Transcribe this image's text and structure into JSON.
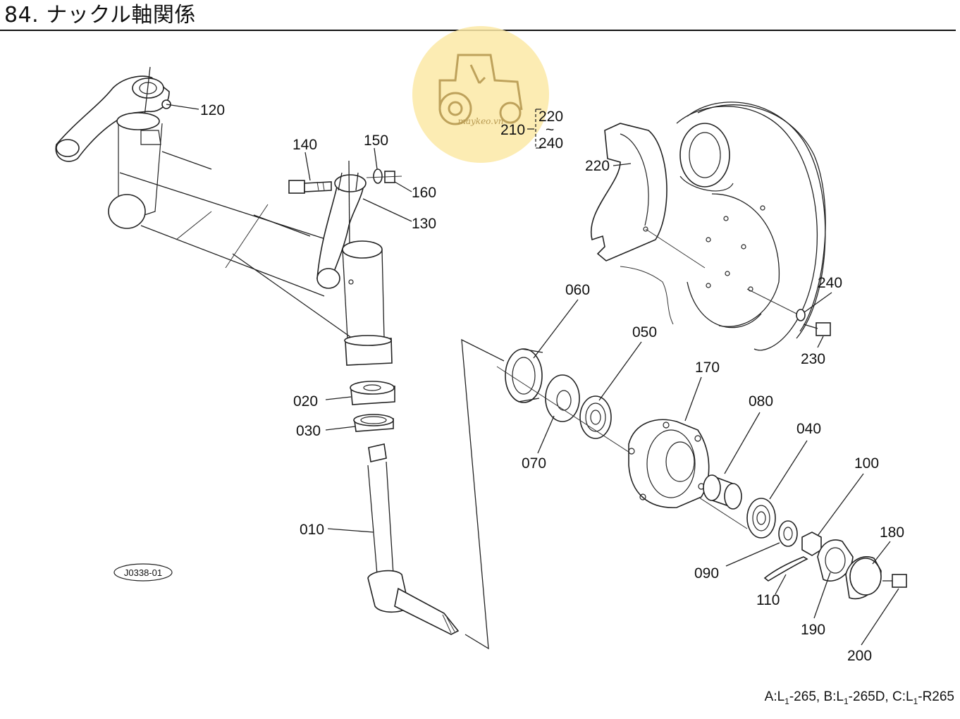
{
  "title": "84. ナックル軸関係",
  "drawing_id": "J0338-01",
  "footer": {
    "a": "A:L",
    "a_sub": "1",
    "a_val": "-265,",
    "b": " B:L",
    "b_sub": "1",
    "b_val": "-265D,",
    "c": " C:L",
    "c_sub": "1",
    "c_val": "-R265"
  },
  "watermark_text": "maykeo.vn",
  "parts": {
    "p010": "010",
    "p020": "020",
    "p030": "030",
    "p040": "040",
    "p050": "050",
    "p060": "060",
    "p070": "070",
    "p080": "080",
    "p090": "090",
    "p100": "100",
    "p110": "110",
    "p120": "120",
    "p130": "130",
    "p140": "140",
    "p150": "150",
    "p160": "160",
    "p170": "170",
    "p180": "180",
    "p190": "190",
    "p200": "200",
    "p210": "210",
    "p220": "220",
    "p220b": "220",
    "p230": "230",
    "p240": "240",
    "p240b": "240"
  },
  "tilde": "~"
}
